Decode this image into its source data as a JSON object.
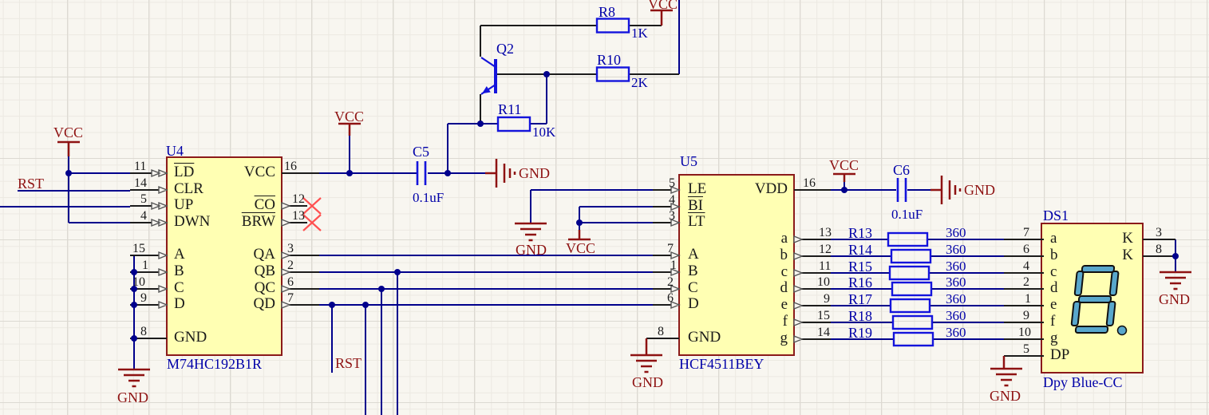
{
  "u4": {
    "ref": "U4",
    "part": "M74HC192B1R",
    "left": [
      {
        "n": "11",
        "name": "LD"
      },
      {
        "n": "14",
        "name": "CLR"
      },
      {
        "n": "5",
        "name": "UP"
      },
      {
        "n": "4",
        "name": "DWN"
      },
      {
        "n": "15",
        "name": "A"
      },
      {
        "n": "1",
        "name": "B"
      },
      {
        "n": "10",
        "name": "C"
      },
      {
        "n": "9",
        "name": "D"
      },
      {
        "n": "8",
        "name": "GND"
      }
    ],
    "right": [
      {
        "n": "16",
        "name": "VCC"
      },
      {
        "n": "12",
        "name": "CO"
      },
      {
        "n": "13",
        "name": "BRW"
      },
      {
        "n": "3",
        "name": "QA"
      },
      {
        "n": "2",
        "name": "QB"
      },
      {
        "n": "6",
        "name": "QC"
      },
      {
        "n": "7",
        "name": "QD"
      }
    ]
  },
  "u5": {
    "ref": "U5",
    "part": "HCF4511BEY",
    "left": [
      {
        "n": "5",
        "name": "LE"
      },
      {
        "n": "4",
        "name": "BI"
      },
      {
        "n": "3",
        "name": "LT"
      },
      {
        "n": "7",
        "name": "A"
      },
      {
        "n": "1",
        "name": "B"
      },
      {
        "n": "2",
        "name": "C"
      },
      {
        "n": "6",
        "name": "D"
      },
      {
        "n": "8",
        "name": "GND"
      }
    ],
    "right": [
      {
        "n": "16",
        "name": "VDD"
      },
      {
        "n": "13",
        "name": "a"
      },
      {
        "n": "12",
        "name": "b"
      },
      {
        "n": "11",
        "name": "c"
      },
      {
        "n": "10",
        "name": "d"
      },
      {
        "n": "9",
        "name": "e"
      },
      {
        "n": "15",
        "name": "f"
      },
      {
        "n": "14",
        "name": "g"
      }
    ]
  },
  "ds1": {
    "ref": "DS1",
    "part": "Dpy Blue-CC",
    "left": [
      {
        "n": "7",
        "name": "a"
      },
      {
        "n": "6",
        "name": "b"
      },
      {
        "n": "4",
        "name": "c"
      },
      {
        "n": "2",
        "name": "d"
      },
      {
        "n": "1",
        "name": "e"
      },
      {
        "n": "9",
        "name": "f"
      },
      {
        "n": "10",
        "name": "g"
      },
      {
        "n": "5",
        "name": "DP"
      }
    ],
    "right": [
      {
        "n": "3",
        "name": "K"
      },
      {
        "n": "8",
        "name": "K"
      }
    ]
  },
  "q2": {
    "ref": "Q2"
  },
  "resistors": [
    {
      "ref": "R8",
      "val": "1K"
    },
    {
      "ref": "R10",
      "val": "2K"
    },
    {
      "ref": "R11",
      "val": "10K"
    },
    {
      "ref": "R13",
      "val": "360"
    },
    {
      "ref": "R14",
      "val": "360"
    },
    {
      "ref": "R15",
      "val": "360"
    },
    {
      "ref": "R16",
      "val": "360"
    },
    {
      "ref": "R17",
      "val": "360"
    },
    {
      "ref": "R18",
      "val": "360"
    },
    {
      "ref": "R19",
      "val": "360"
    }
  ],
  "capacitors": [
    {
      "ref": "C5",
      "val": "0.1uF"
    },
    {
      "ref": "C6",
      "val": "0.1uF"
    }
  ],
  "labels": {
    "vcc": "VCC",
    "gnd": "GND",
    "rst": "RST"
  },
  "colors": {
    "wire": "#00008C",
    "lead": "#1c1c1c",
    "component_blue": "#1414DC",
    "power_red": "#8E1212",
    "chip_fill": "#FFFFB3",
    "chip_border": "#8B1A1A",
    "text_blue": "#0000A8",
    "segment_fill": "#58A7CC",
    "no_erc_red": "#FF5050"
  }
}
